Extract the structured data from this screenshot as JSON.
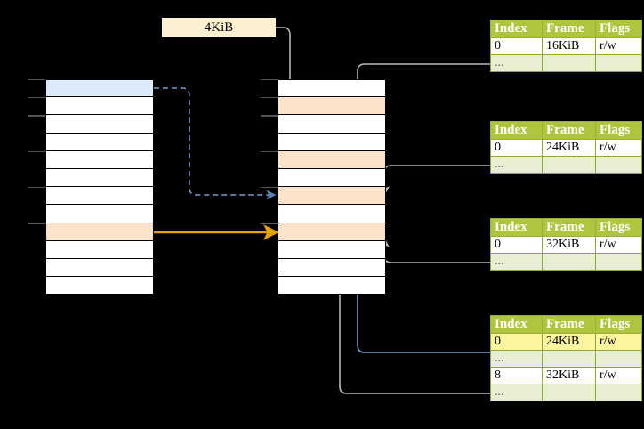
{
  "diagram": {
    "title": "multi-level page table address translation",
    "colors": {
      "header_green": "#afc540",
      "ellipsis_row": "#e8eed4",
      "highlight_yellow": "#fbf5a0",
      "peach_cell": "#fde3cc",
      "blue_cell": "#dce9f8",
      "label_bg": "#fdf0d0",
      "orange_arrow": "#e8a200",
      "blue_arrow": "#6b8ec4",
      "gray_arrow": "#b3b3b3",
      "background": "#000000"
    }
  },
  "label": {
    "size_label": "4KiB"
  },
  "left_stack": {
    "name": "virtual-address-space",
    "rows": 12,
    "cells": [
      {
        "index": 0,
        "fill": "blue"
      },
      {
        "index": 1,
        "fill": "white"
      },
      {
        "index": 2,
        "fill": "white"
      },
      {
        "index": 3,
        "fill": "white"
      },
      {
        "index": 4,
        "fill": "white"
      },
      {
        "index": 5,
        "fill": "white"
      },
      {
        "index": 6,
        "fill": "white"
      },
      {
        "index": 7,
        "fill": "white"
      },
      {
        "index": 8,
        "fill": "peach"
      },
      {
        "index": 9,
        "fill": "white"
      },
      {
        "index": 10,
        "fill": "white"
      },
      {
        "index": 11,
        "fill": "white"
      }
    ]
  },
  "middle_stack": {
    "name": "physical-memory",
    "rows": 12,
    "cells": [
      {
        "index": 0,
        "fill": "white"
      },
      {
        "index": 1,
        "fill": "peach"
      },
      {
        "index": 2,
        "fill": "white"
      },
      {
        "index": 3,
        "fill": "white"
      },
      {
        "index": 4,
        "fill": "peach"
      },
      {
        "index": 5,
        "fill": "white"
      },
      {
        "index": 6,
        "fill": "peach"
      },
      {
        "index": 7,
        "fill": "white"
      },
      {
        "index": 8,
        "fill": "peach"
      },
      {
        "index": 9,
        "fill": "white"
      },
      {
        "index": 10,
        "fill": "white"
      },
      {
        "index": 11,
        "fill": "white"
      }
    ]
  },
  "tables": [
    {
      "name": "page-table-level-1",
      "headers": [
        "Index",
        "Frame",
        "Flags"
      ],
      "rows": [
        {
          "type": "data",
          "cells": [
            "0",
            "16KiB",
            "r/w"
          ],
          "highlight": [
            false,
            false,
            false
          ]
        },
        {
          "type": "ellipsis",
          "cells": [
            "...",
            "",
            ""
          ],
          "highlight": [
            false,
            false,
            false
          ]
        }
      ]
    },
    {
      "name": "page-table-level-2",
      "headers": [
        "Index",
        "Frame",
        "Flags"
      ],
      "rows": [
        {
          "type": "data",
          "cells": [
            "0",
            "24KiB",
            "r/w"
          ],
          "highlight": [
            false,
            false,
            false
          ]
        },
        {
          "type": "ellipsis",
          "cells": [
            "...",
            "",
            ""
          ],
          "highlight": [
            false,
            false,
            false
          ]
        }
      ]
    },
    {
      "name": "page-table-level-3",
      "headers": [
        "Index",
        "Frame",
        "Flags"
      ],
      "rows": [
        {
          "type": "data",
          "cells": [
            "0",
            "32KiB",
            "r/w"
          ],
          "highlight": [
            false,
            false,
            false
          ]
        },
        {
          "type": "ellipsis",
          "cells": [
            "...",
            "",
            ""
          ],
          "highlight": [
            false,
            false,
            false
          ]
        }
      ]
    },
    {
      "name": "page-table-level-4",
      "headers": [
        "Index",
        "Frame",
        "Flags"
      ],
      "rows": [
        {
          "type": "data",
          "cells": [
            "0",
            "24KiB",
            "r/w"
          ],
          "highlight": [
            true,
            true,
            true
          ]
        },
        {
          "type": "ellipsis",
          "cells": [
            "...",
            "",
            ""
          ],
          "highlight": [
            false,
            false,
            false
          ]
        },
        {
          "type": "data",
          "cells": [
            "8",
            "32KiB",
            "r/w"
          ],
          "highlight": [
            false,
            false,
            false
          ]
        },
        {
          "type": "ellipsis",
          "cells": [
            "...",
            "",
            ""
          ],
          "highlight": [
            false,
            false,
            false
          ]
        }
      ]
    }
  ],
  "connectors": [
    {
      "name": "size-label-to-physical-frame",
      "style": "gray-solid"
    },
    {
      "name": "level1-frame-to-physical",
      "style": "gray-solid"
    },
    {
      "name": "level2-frame-to-physical",
      "style": "gray-solid"
    },
    {
      "name": "level3-frame-to-physical",
      "style": "gray-solid"
    },
    {
      "name": "level4-frame-to-physical",
      "style": "blue-solid"
    },
    {
      "name": "virtual-page-to-physical-dashed",
      "style": "blue-dashed"
    },
    {
      "name": "virtual-page-to-physical-solid",
      "style": "orange-solid"
    }
  ]
}
